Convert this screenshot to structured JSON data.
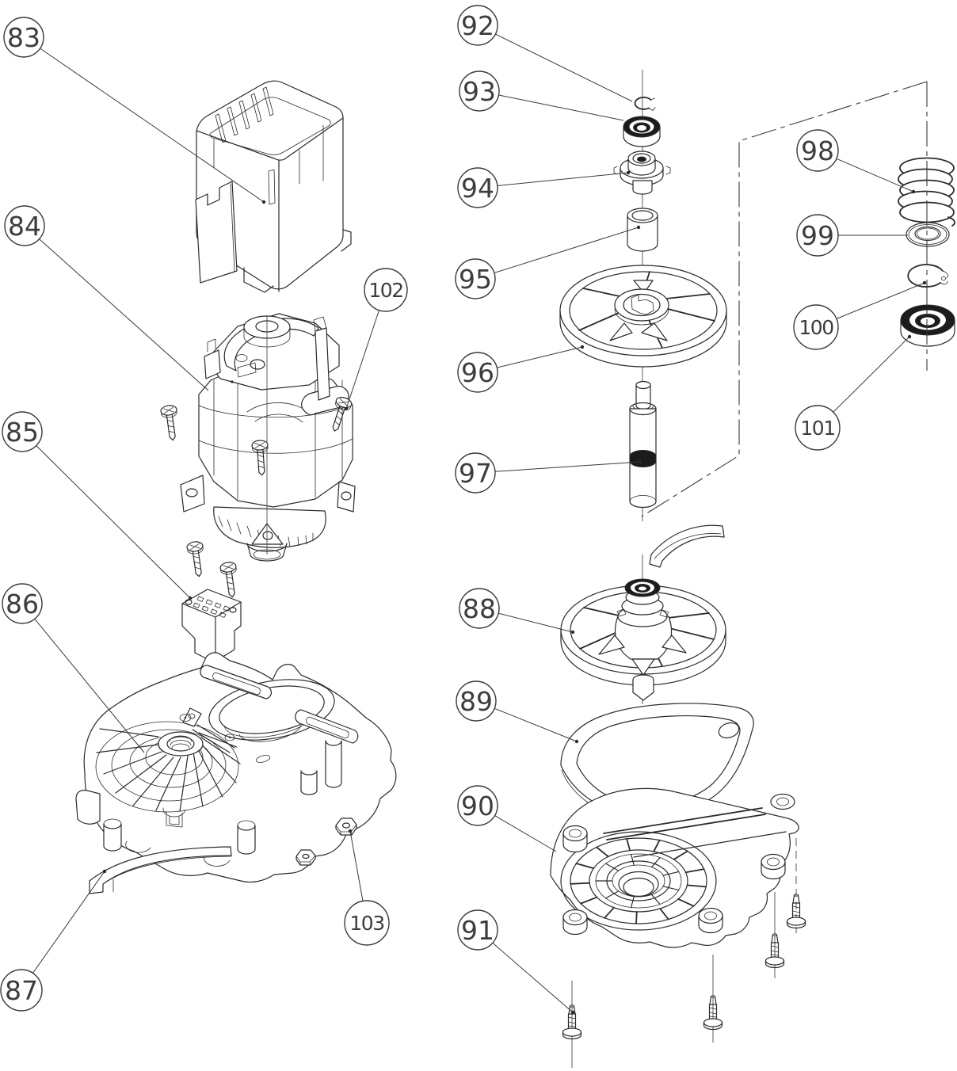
{
  "figure": {
    "kind": "exploded-parts-diagram",
    "colors": {
      "background": "#ffffff",
      "line": "#2b2b2b",
      "bearing_dark": "#1c1c1c"
    },
    "callouts": [
      {
        "label": "83",
        "part": "motor-housing-cover"
      },
      {
        "label": "84",
        "part": "motor-assembly"
      },
      {
        "label": "85",
        "part": "terminal-block"
      },
      {
        "label": "86",
        "part": "gearbox-housing"
      },
      {
        "label": "87",
        "part": "guard-plate"
      },
      {
        "label": "88",
        "part": "fan-wheel-assembly"
      },
      {
        "label": "89",
        "part": "gasket-seal"
      },
      {
        "label": "90",
        "part": "gear-cover"
      },
      {
        "label": "91",
        "part": "cover-screw"
      },
      {
        "label": "92",
        "part": "retaining-clip"
      },
      {
        "label": "93",
        "part": "ball-bearing-upper"
      },
      {
        "label": "94",
        "part": "bearing-collar"
      },
      {
        "label": "95",
        "part": "spacer-sleeve"
      },
      {
        "label": "96",
        "part": "impeller-wheel"
      },
      {
        "label": "97",
        "part": "drive-shaft"
      },
      {
        "label": "98",
        "part": "coil-spring"
      },
      {
        "label": "99",
        "part": "washer"
      },
      {
        "label": "100",
        "part": "circlip"
      },
      {
        "label": "101",
        "part": "ball-bearing-lower"
      },
      {
        "label": "102",
        "part": "motor-screw"
      },
      {
        "label": "103",
        "part": "hex-nut"
      }
    ]
  }
}
